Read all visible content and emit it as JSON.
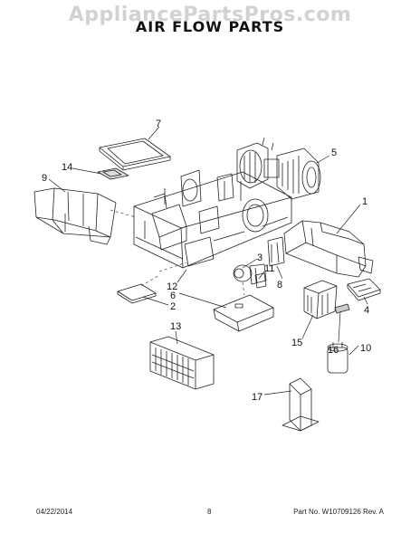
{
  "watermark": "AppliancePartsPros.com",
  "title": "AIR FLOW PARTS",
  "callouts": [
    "7",
    "5",
    "14",
    "9",
    "1",
    "3",
    "11",
    "12",
    "8",
    "2",
    "6",
    "4",
    "13",
    "15",
    "16",
    "10",
    "17"
  ],
  "footer": {
    "date": "04/22/2014",
    "page": "8",
    "part": "Part No.  W10709126  Rev. A"
  }
}
